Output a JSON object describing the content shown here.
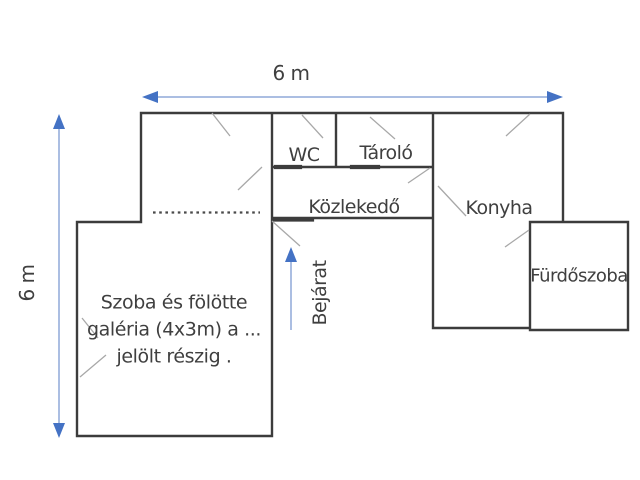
{
  "dimensions": {
    "top": "6 m",
    "left": "6 m"
  },
  "rooms": {
    "wc": "WC",
    "tarolo": "Tároló",
    "kozlekedo": "Közlekedő",
    "konyha": "Konyha",
    "furdoszoba": "Fürdőszoba",
    "szoba_lines": [
      "Szoba és fölötte",
      "galéria (4x3m) a ...",
      "jelölt részig ."
    ]
  },
  "entrance": {
    "label": "Bejárat"
  },
  "colors": {
    "background": "#ffffff",
    "wall": "#3c3c3c",
    "diagonal": "#a8a8a8",
    "dotted": "#4a4a4a",
    "arrow_head": "#4472c4",
    "arrow_line": "#8fa8d8",
    "text": "#3f3f3f"
  }
}
